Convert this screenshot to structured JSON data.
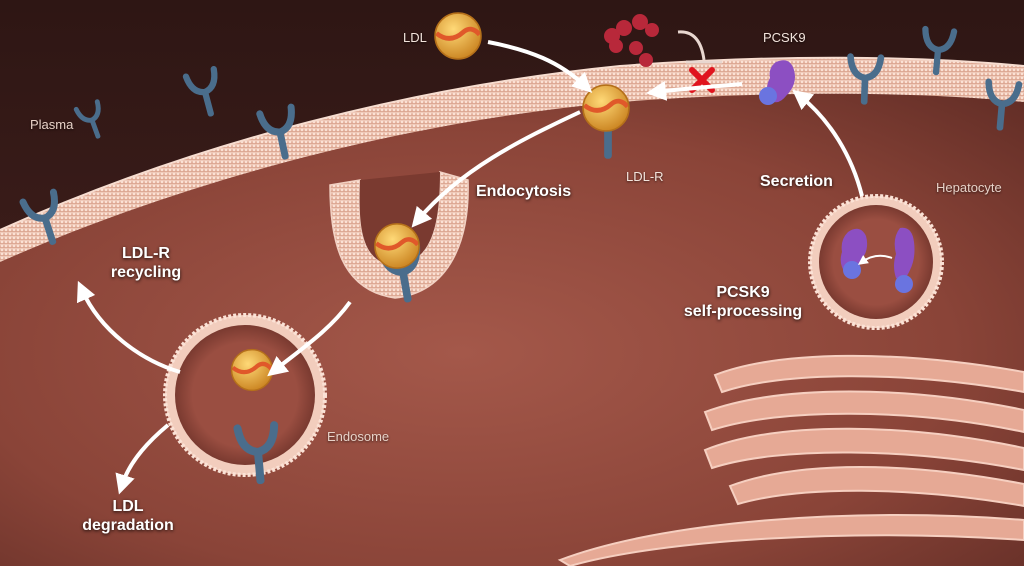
{
  "labels": {
    "ldl": "LDL",
    "pcsk9": "PCSK9",
    "plasma": "Plasma",
    "ldl_r": "LDL-R",
    "hepatocyte": "Hepatocyte",
    "endocytosis": "Endocytosis",
    "secretion": "Secretion",
    "ldlr_recycling_line1": "LDL-R",
    "ldlr_recycling_line2": "recycling",
    "pcsk9_self_line1": "PCSK9",
    "pcsk9_self_line2": "self-processing",
    "endosome": "Endosome",
    "ldl_degradation_line1": "LDL",
    "ldl_degradation_line2": "degradation"
  },
  "colors": {
    "cytoplasm": "#8a4438",
    "plasma": "#3a1c1a",
    "membrane": "#e9b9a6",
    "receptor": "#4a6d8c",
    "ldl_particle": "#e8a83a",
    "pcsk9": "#8c4fc2",
    "inhibited_ldl": "#b8283a",
    "block_mark": "#e0141e"
  },
  "icons": [
    "ldl-particle-icon",
    "ldl-receptor-icon",
    "pcsk9-protein-icon",
    "block-x-icon",
    "golgi-icon"
  ]
}
